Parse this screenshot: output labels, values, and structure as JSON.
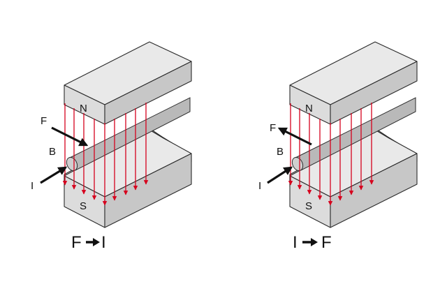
{
  "diagrams": [
    {
      "north_label": "N",
      "south_label": "S",
      "force_label": "F",
      "field_label": "B",
      "current_label": "I",
      "caption_left": "F",
      "caption_right": "I"
    },
    {
      "north_label": "N",
      "south_label": "S",
      "force_label": "F",
      "field_label": "B",
      "current_label": "I",
      "caption_left": "I",
      "caption_right": "F"
    }
  ],
  "colors": {
    "field_lines": "#d6001c",
    "magnet": "#dcdcdc",
    "arrows": "#111111"
  }
}
